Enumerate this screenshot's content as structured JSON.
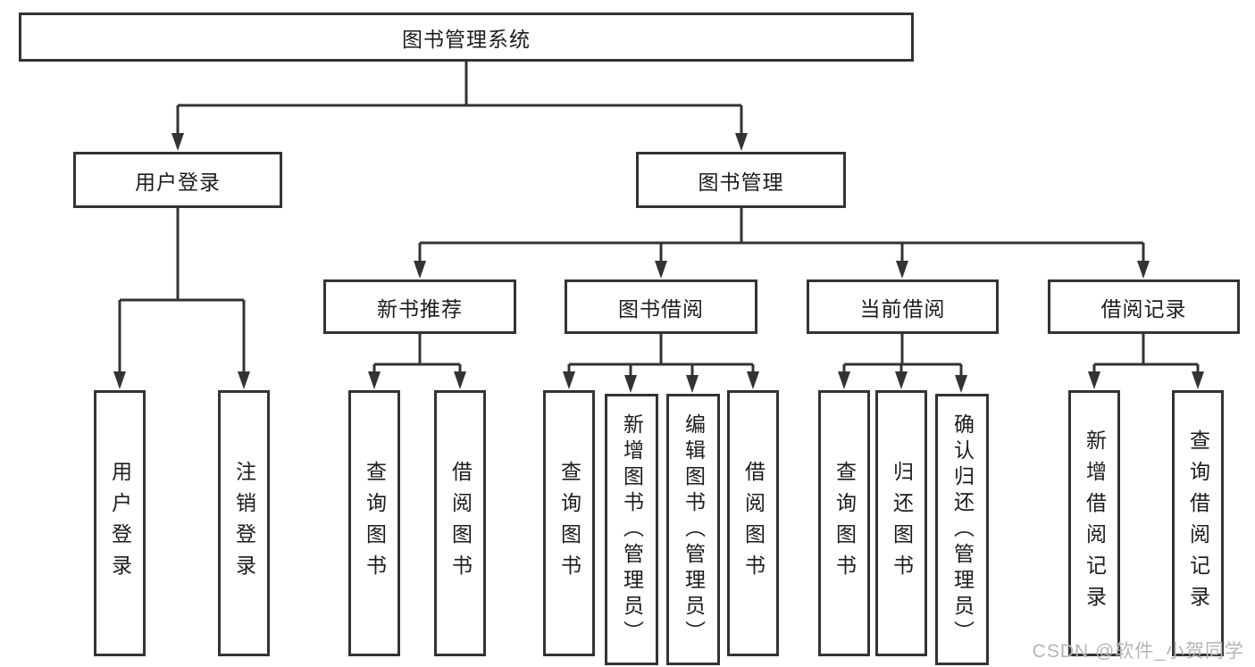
{
  "diagram": {
    "root": "图书管理系统",
    "level2": [
      "用户登录",
      "图书管理"
    ],
    "level3": [
      "新书推荐",
      "图书借阅",
      "当前借阅",
      "借阅记录"
    ],
    "leaves": {
      "user_login": [
        "用户登录",
        "注销登录"
      ],
      "new_book_recommend": [
        "查询图书",
        "借阅图书"
      ],
      "book_borrow": [
        "查询图书",
        "新增图书（管理员）",
        "编辑图书（管理员）",
        "借阅图书"
      ],
      "current_borrow": [
        "查询图书",
        "归还图书",
        "确认归还（管理员）"
      ],
      "borrow_records": [
        "新增借阅记录",
        "查询借阅记录"
      ]
    }
  },
  "watermark": "CSDN @软件_小贺同学",
  "colors": {
    "line": "#333333",
    "text": "#1c1c1c",
    "watermark": "#b5b5b5",
    "background": "#ffffff"
  }
}
